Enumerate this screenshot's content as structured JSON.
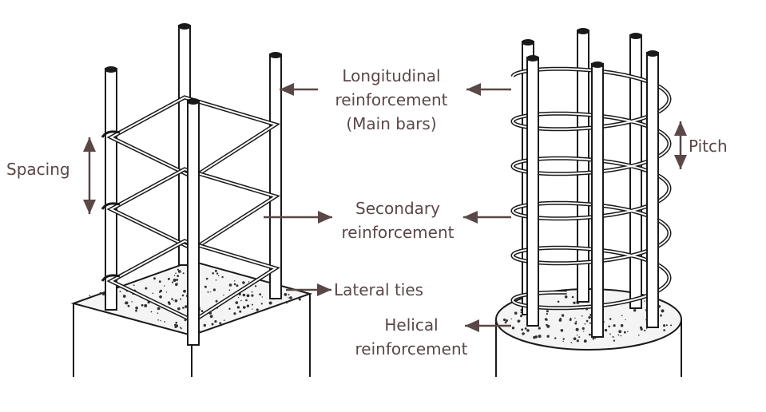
{
  "labels": {
    "longitudinal_line1": "Longitudinal",
    "longitudinal_line2": "reinforcement",
    "longitudinal_line3": "(Main bars)",
    "spacing": "Spacing",
    "secondary_line1": "Secondary",
    "secondary_line2": "reinforcement",
    "lateral_ties": "Lateral ties",
    "pitch": "Pitch",
    "helical_line1": "Helical",
    "helical_line2": "reinforcement"
  },
  "colors": {
    "label_text": "#5a4747",
    "arrow": "#5a4747",
    "line_art": "#1a1a1a",
    "background": "#ffffff"
  }
}
